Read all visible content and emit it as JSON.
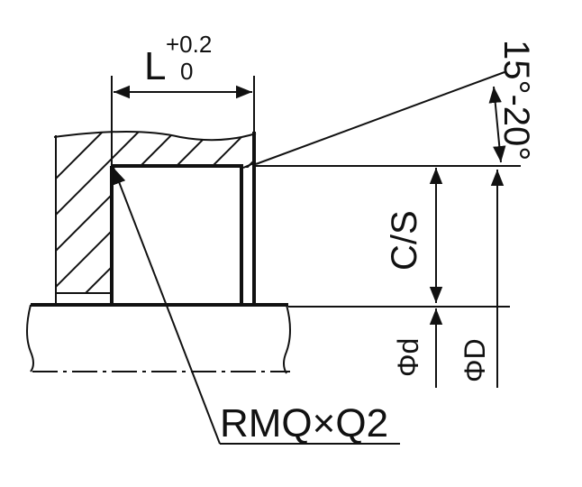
{
  "labels": {
    "length_symbol": "L",
    "tol_upper": "+0.2",
    "tol_lower": "0",
    "angle": "15°-20°",
    "cs": "C/S",
    "phi_d": "Φd",
    "phi_D": "ΦD",
    "callout": "RMQ×Q2"
  }
}
